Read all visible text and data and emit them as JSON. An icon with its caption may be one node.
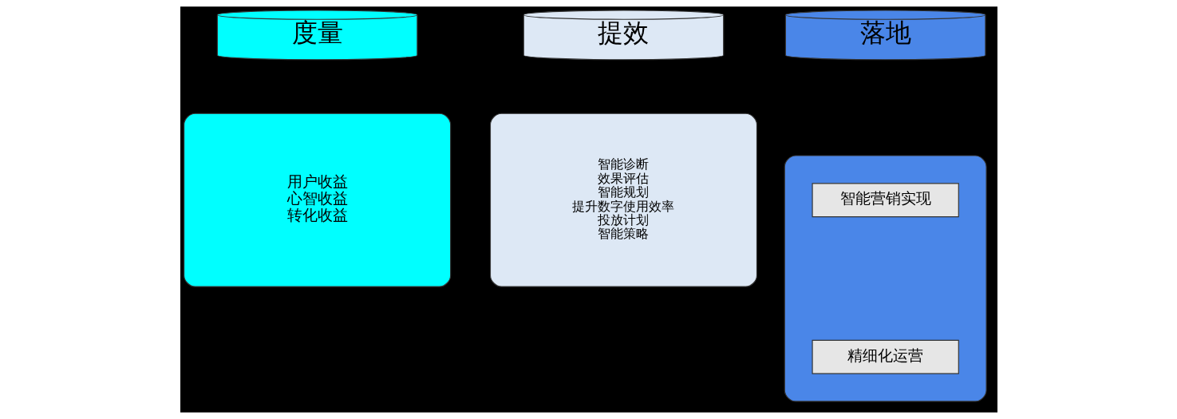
{
  "diagram": {
    "nodes": [
      {
        "text": [
          "度量"
        ]
      },
      {
        "text": [
          "提效"
        ]
      },
      {
        "text": [
          "落地"
        ]
      },
      {
        "text": [
          "用户收益",
          "心智收益",
          "转化收益"
        ]
      },
      {
        "text": [
          "智能诊断",
          "效果评估",
          "智能规划",
          "提升数字使用效率",
          "投放计划",
          "智能策略"
        ]
      },
      {
        "text": [],
        "shape": "box"
      },
      {
        "text": [
          "智能营销实现"
        ],
        "in": 5
      },
      {
        "text": [
          "精细化运营"
        ],
        "in": 5
      }
    ],
    "edges": []
  }
}
